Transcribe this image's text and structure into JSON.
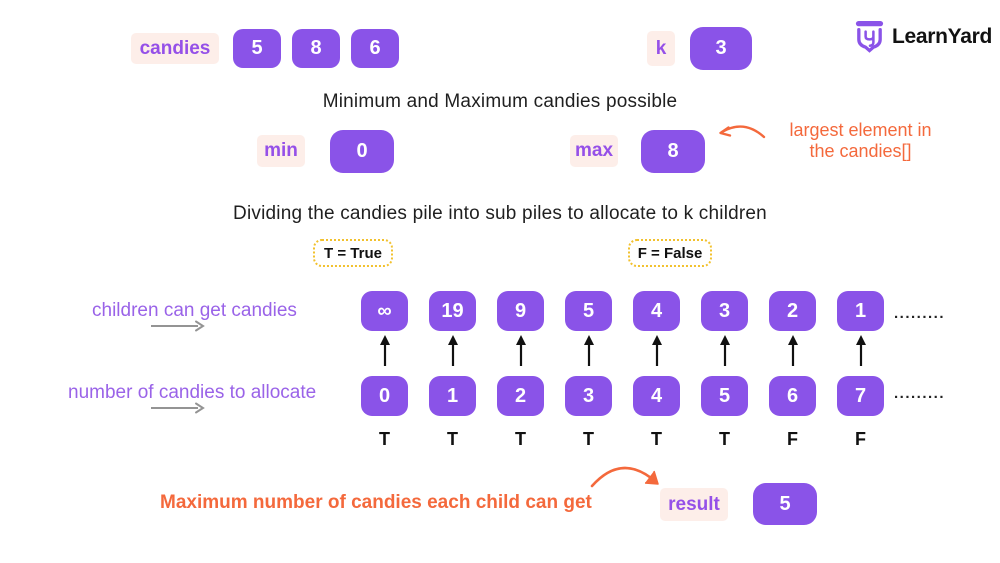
{
  "brand": {
    "name": "LearnYard"
  },
  "top": {
    "candies_label": "candies",
    "candies_values": [
      "5",
      "8",
      "6"
    ],
    "k_label": "k",
    "k_value": "3"
  },
  "minmax": {
    "heading": "Minimum and Maximum candies possible",
    "min_label": "min",
    "min_value": "0",
    "max_label": "max",
    "max_value": "8",
    "annotation_line1": "largest element in",
    "annotation_line2": "the candies[]"
  },
  "dividing": {
    "heading": "Dividing the candies pile into sub piles to allocate to k children",
    "true_badge": "T = True",
    "false_badge": "F = False",
    "row1_label": "children can get candies",
    "row2_label": "number of candies to allocate",
    "ellipsis": ".........",
    "columns": [
      {
        "candies_per_child": "∞",
        "allocation": "0",
        "flag": "T"
      },
      {
        "candies_per_child": "19",
        "allocation": "1",
        "flag": "T"
      },
      {
        "candies_per_child": "9",
        "allocation": "2",
        "flag": "T"
      },
      {
        "candies_per_child": "5",
        "allocation": "3",
        "flag": "T"
      },
      {
        "candies_per_child": "4",
        "allocation": "4",
        "flag": "T"
      },
      {
        "candies_per_child": "3",
        "allocation": "5",
        "flag": "T"
      },
      {
        "candies_per_child": "2",
        "allocation": "6",
        "flag": "F"
      },
      {
        "candies_per_child": "1",
        "allocation": "7",
        "flag": "F"
      }
    ]
  },
  "result": {
    "caption": "Maximum number of candies each child can get",
    "label": "result",
    "value": "5"
  },
  "colors": {
    "box_purple": "#8a53e8",
    "label_pink_bg": "#fdeee9",
    "label_purple_text": "#9550e8",
    "row_label_purple": "#9a63e8",
    "accent_orange": "#f4693c",
    "badge_border_yellow": "#f2c12e",
    "heading_dark": "#1f1f1f",
    "arrow_gray": "#949494",
    "arrow_black": "#111111"
  }
}
